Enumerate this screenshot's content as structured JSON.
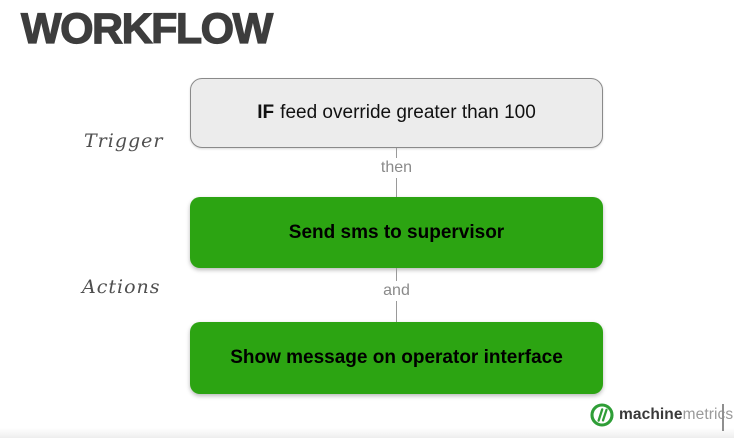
{
  "slide": {
    "title": "WORKFLOW",
    "section_labels": {
      "trigger": "Trigger",
      "actions": "Actions"
    },
    "flow": {
      "trigger": {
        "keyword": "IF",
        "condition": "feed override greater than 100"
      },
      "connectors": [
        "then",
        "and"
      ],
      "actions": [
        {
          "label": "Send sms to supervisor"
        },
        {
          "label": "Show message on operator interface"
        }
      ]
    },
    "footer": {
      "brand_bold": "machine",
      "brand_light": "metrics"
    },
    "colors": {
      "action_green": "#2ca412",
      "logo_green": "#2f9e37",
      "trigger_fill": "#ececec",
      "trigger_border": "#8a8a8a",
      "title_text": "#3d3d3d",
      "connector_text": "#8a8a8a",
      "connector_line": "#9a9a9a",
      "brand_bold_text": "#3a3a3a",
      "brand_light_text": "#9a9a9a"
    }
  }
}
